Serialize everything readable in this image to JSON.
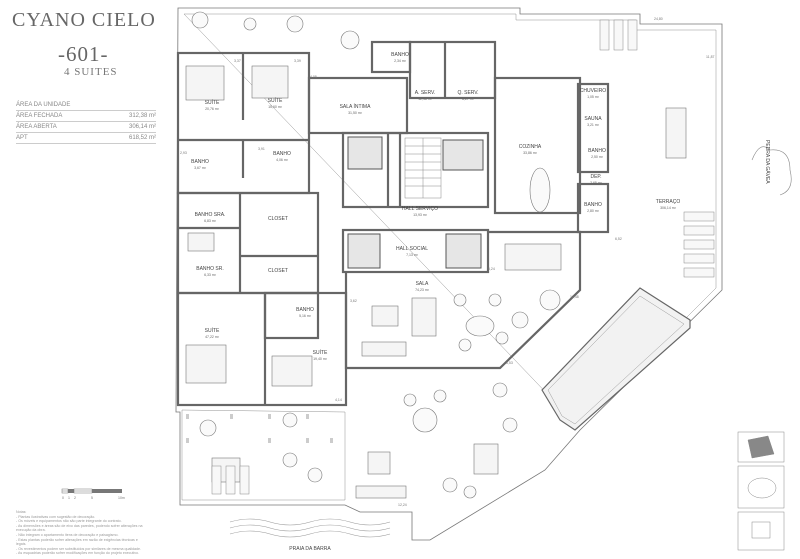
{
  "header": {
    "title": "CYANO CIELO",
    "unit_number": "-601-",
    "unit_subtitle": "4 SUITES"
  },
  "area_table": {
    "heading": "ÁREA DA UNIDADE",
    "rows": [
      {
        "label": "ÁREA FECHADA",
        "value": "312,38 m²"
      },
      {
        "label": "ÁREA ABERTA",
        "value": "306,14 m²"
      },
      {
        "label": "APT",
        "value": "618,52 m²"
      }
    ]
  },
  "rooms": {
    "suite1": {
      "name": "SUÍTE",
      "area": "20,76 m²"
    },
    "suite2": {
      "name": "SUÍTE",
      "area": "15,60 m²"
    },
    "banho_a": {
      "name": "BANHO",
      "area": "3,67 m²"
    },
    "banho_b": {
      "name": "BANHO",
      "area": "4,06 m²"
    },
    "banho_top": {
      "name": "BANHO",
      "area": "2,34 m²"
    },
    "sala_intima": {
      "name": "SALA ÍNTIMA",
      "area": "31,50 m²"
    },
    "a_serv": {
      "name": "A. SERV.",
      "area": "12,46 m²"
    },
    "q_serv": {
      "name": "Q. SERV.",
      "area": "8,27 m²"
    },
    "chuveiro": {
      "name": "CHUVEIRO",
      "area": "1,05 m²"
    },
    "sauna": {
      "name": "SAUNA",
      "area": "3,21 m²"
    },
    "banho_s": {
      "name": "BANHO",
      "area": "2,50 m²"
    },
    "cozinha": {
      "name": "COZINHA",
      "area": "33,86 m²"
    },
    "deposito": {
      "name": "DEP.",
      "area": "2,65 m²"
    },
    "banho_c": {
      "name": "BANHO",
      "area": "2,80 m²"
    },
    "banho_sra": {
      "name": "BANHO SRA.",
      "area": "6,83 m²"
    },
    "closet1": {
      "name": "CLOSET"
    },
    "closet2": {
      "name": "CLOSET"
    },
    "banho_sr": {
      "name": "BANHO SR.",
      "area": "6,33 m²"
    },
    "hall_servico": {
      "name": "HALL SERVIÇO",
      "area": "13,93 m²"
    },
    "hall_social": {
      "name": "HALL SOCIAL",
      "area": "7,13 m²"
    },
    "terraco": {
      "name": "TERRAÇO",
      "area": "306,14 m²"
    },
    "sala": {
      "name": "SALA",
      "area": "74,23 m²"
    },
    "banho_d": {
      "name": "BANHO",
      "area": "5,16 m²"
    },
    "suite3": {
      "name": "SUÍTE",
      "area": "47,22 m²"
    },
    "suite4": {
      "name": "SUÍTE",
      "area": "19,40 m²"
    }
  },
  "labels": {
    "pedra": "PEDRA DA GÁVEA",
    "praia": "PRAIA DA BARRA"
  },
  "dimensions": [
    "24,80",
    "11,87",
    "3,37",
    "3,39",
    "4,05",
    "2,93",
    "3,91",
    "12,48",
    "5,24",
    "6,52",
    "6,53",
    "12,24",
    "4,14",
    "3,62"
  ],
  "scale_bar": {
    "marks": [
      "0",
      "1",
      "2",
      "5",
      "10m"
    ]
  },
  "notes": {
    "heading": "Notas:",
    "lines": [
      "- Plantas ilustrativas com sugestão de decoração.",
      "- Os móveis e equipamentos não são parte integrante do contrato.",
      "- As dimensões e áreas são de eixo das paredes, podendo sofrer alterações na execução da obra.",
      "- Não integram o apartamento itens de decoração e paisagismo.",
      "- Estas plantas poderão sofrer alterações em razão de exigências técnicas e legais.",
      "- Os revestimentos podem ser substituídos por similares de mesma qualidade.",
      "- As esquadrias poderão sofrer modificações em função do projeto executivo."
    ]
  }
}
